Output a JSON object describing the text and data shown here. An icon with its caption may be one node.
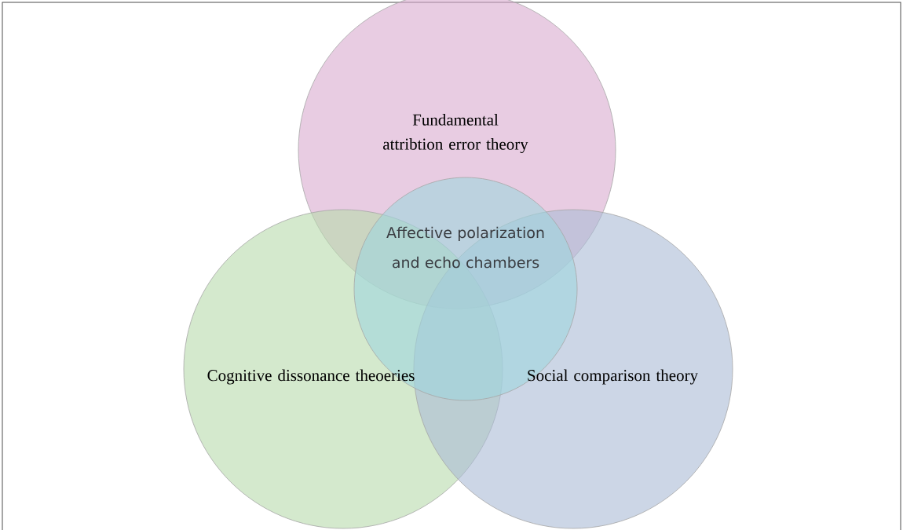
{
  "diagram": {
    "nodes": [
      {
        "text": [
          "Fundamental attribtion error theory"
        ]
      },
      {
        "text": [
          "Affective polarization and echo chambers"
        ]
      },
      {
        "text": [
          "Cognitive dissonance theoeries"
        ]
      },
      {
        "text": [
          "Social comparison theory"
        ]
      }
    ]
  }
}
